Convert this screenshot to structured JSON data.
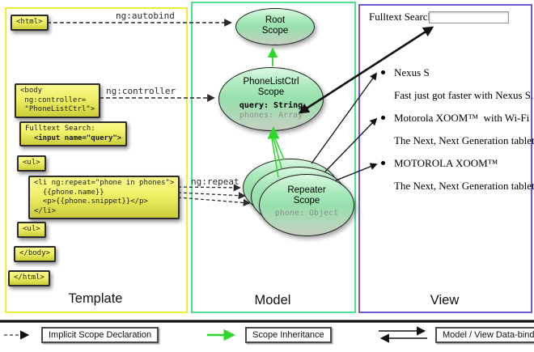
{
  "panels": {
    "template": {
      "label": "Template",
      "boxes": {
        "html_open": "<html>",
        "body_open": "<body\n ng:controller=\n \"PhoneListCtrl\">",
        "fulltext_label": "Fulltext Search:",
        "fulltext_code": "  <input name=\"query\">",
        "ul_open": "<ul>",
        "li_repeat": "<li ng:repeat=\"phone in phones\">\n  {{phone.name}}\n  <p>{{phone.snippet}}</p>\n</li>",
        "ul_close": "<ul>",
        "body_close": "</body>",
        "html_close": "</html>"
      },
      "arrow_labels": {
        "autobind": "ng:autobind",
        "controller": "ng:controller",
        "repeat": "ng:repeat"
      }
    },
    "model": {
      "label": "Model",
      "root_scope": {
        "title": "Root\nScope"
      },
      "phonelist_scope": {
        "title": "PhoneListCtrl\nScope",
        "prop_query": "query: String",
        "prop_phones": "phones: Array"
      },
      "repeater_scope": {
        "title": "Repeater\nScope",
        "prop_phone": "phone: Object"
      }
    },
    "view": {
      "label": "View",
      "search_label": "Fulltext Search:",
      "items": [
        {
          "name": "Nexus S",
          "snippet": "Fast just got faster with Nexus S."
        },
        {
          "name": "Motorola XOOM™  with Wi-Fi",
          "snippet": "The Next, Next Generation tablet."
        },
        {
          "name": "MOTOROLA XOOM™",
          "snippet": "The Next, Next Generation tablet."
        }
      ]
    }
  },
  "legend": {
    "implicit": "Implicit Scope Declaration",
    "inheritance": "Scope Inheritance",
    "databinding": "Model / View Data-binding"
  },
  "colors": {
    "template_border": "#efec3a",
    "model_border": "#4fe093",
    "view_border": "#6b5bd2",
    "code_box_yellow": "#eff066",
    "scope_green": "#a9e9bb",
    "inheritance_green": "#2bd82b",
    "arrow_black": "#111111"
  }
}
